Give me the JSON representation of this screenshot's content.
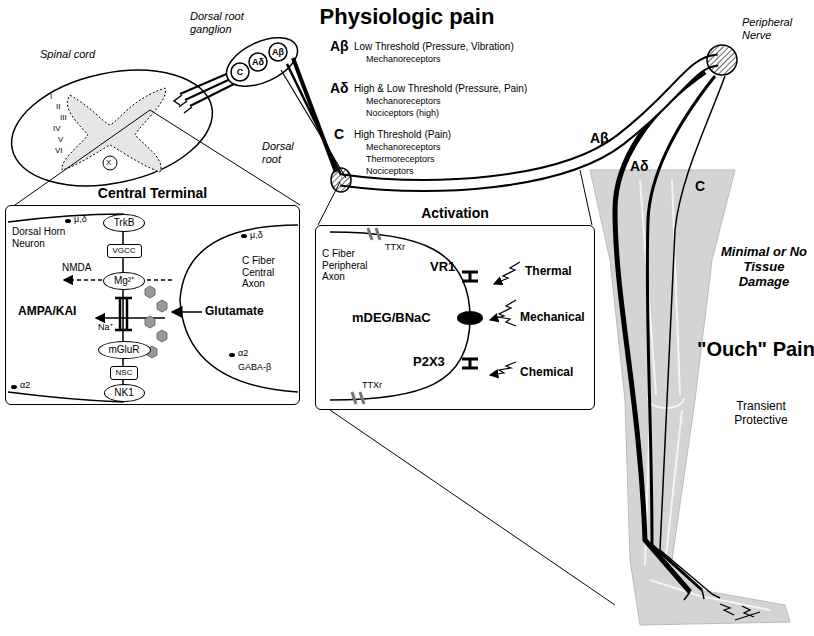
{
  "diagram": {
    "title": "Physiologic pain",
    "nodes": [
      {
        "text": [
          "Central Terminal"
        ]
      },
      {
        "text": [
          "TrkB"
        ],
        "in": 0
      },
      {
        "text": [
          "VGCC"
        ],
        "in": 0
      },
      {
        "text": [
          "Mg²⁺"
        ],
        "in": 0
      },
      {
        "text": [
          "mGluR"
        ],
        "in": 0
      },
      {
        "text": [
          "NSC"
        ],
        "in": 0
      },
      {
        "text": [
          "NK1"
        ],
        "in": 0
      },
      {
        "text": [
          "Activation"
        ]
      }
    ],
    "labels": [
      "Spinal cord",
      "Dorsal root ganglion",
      "Peripheral Nerve",
      "I",
      "II",
      "III",
      "IV",
      "V",
      "VI",
      "X",
      "C",
      "Aδ",
      "Aβ",
      "Aβ",
      "Low Threshold (Pressure, Vibration)",
      "Mechanoreceptors",
      "Aδ",
      "High & Low Threshold (Pressure, Pain)",
      "Mechanoreceptors",
      "Nociceptors (high)",
      "C",
      "High Threshold (Pain)",
      "Mechanoreceptors",
      "Thermoreceptors",
      "Nociceptors",
      "Dorsal root",
      "Aβ",
      "Aδ",
      "C",
      "Minimal or No Tissue Damage",
      "\"Ouch\" Pain",
      "Transient Protective",
      "Dorsal Horn Neuron",
      "μ,δ",
      "NMDA",
      "AMPA/KAI",
      "Na⁺",
      "Glutamate",
      "α2",
      "μ,δ",
      "C Fiber Central Axon",
      "α2",
      "GABA-β",
      "C Fiber Peripheral Axon",
      "TTXr",
      "VR1",
      "Thermal",
      "mDEG/BNaC",
      "Mechanical",
      "TTXr",
      "P2X3",
      "Chemical"
    ]
  }
}
